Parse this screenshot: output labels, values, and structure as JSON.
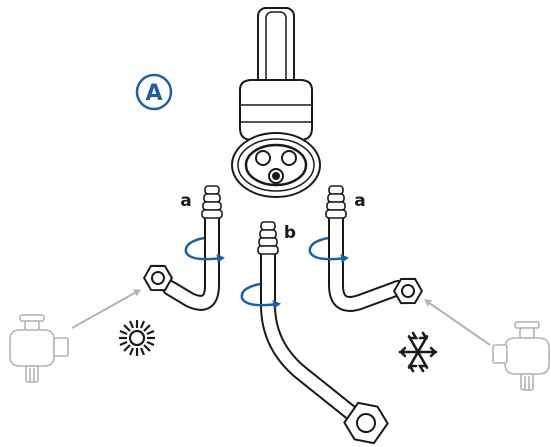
{
  "diagram": {
    "step_label": "A",
    "hose_labels": {
      "left": "a",
      "center": "b",
      "right": "a"
    },
    "icons": {
      "hot": "sun-icon",
      "cold": "snowflake-icon",
      "rotate": "rotate-arrow-icon",
      "valve": "shutoff-valve-icon"
    },
    "colors": {
      "line": "#1a1a1a",
      "accent": "#1f5fa8",
      "faded": "#b4b4b4"
    }
  }
}
